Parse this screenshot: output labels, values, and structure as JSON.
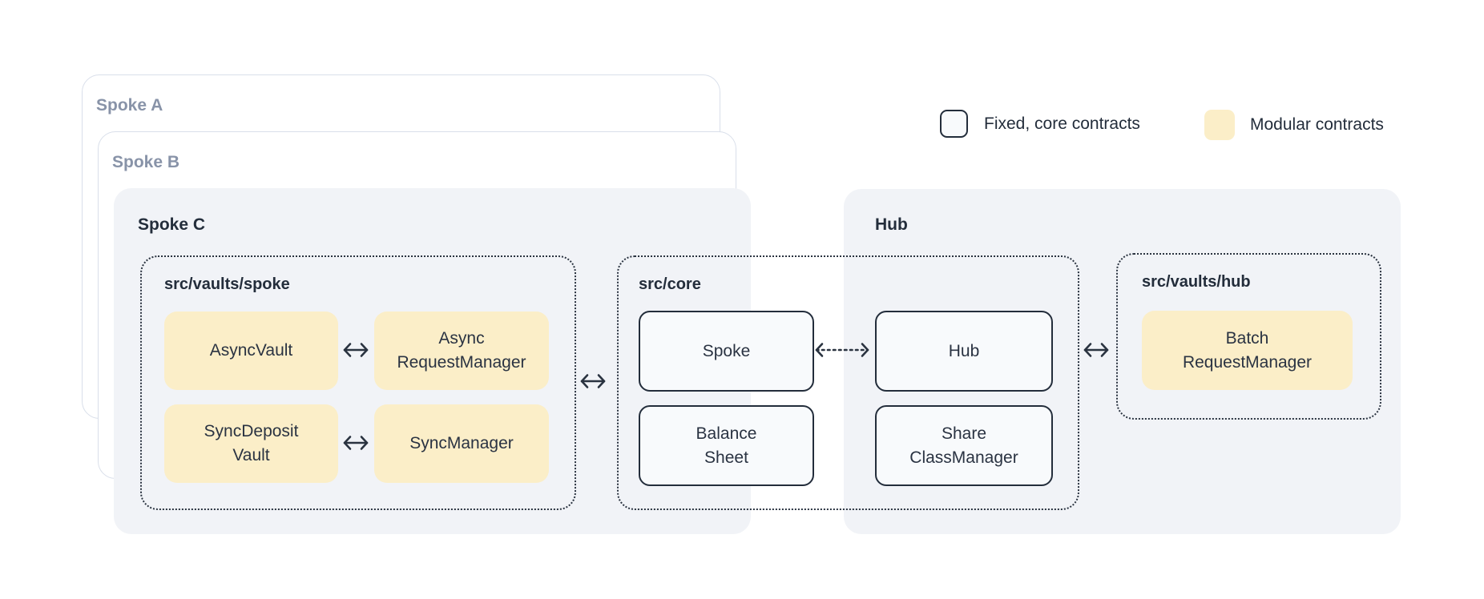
{
  "stacked_cards": [
    {
      "label": "Spoke A"
    },
    {
      "label": "Spoke B"
    },
    {
      "label": "Spoke C"
    }
  ],
  "hub_panel": {
    "label": "Hub"
  },
  "groups": {
    "vaults_spoke": {
      "label": "src/vaults/spoke"
    },
    "core": {
      "label": "src/core"
    },
    "vaults_hub": {
      "label": "src/vaults/hub"
    }
  },
  "boxes": {
    "async_vault": {
      "label": "AsyncVault",
      "type": "modular"
    },
    "async_request_manager": {
      "label": "Async\nRequestManager",
      "type": "modular"
    },
    "sync_deposit_vault": {
      "label": "SyncDeposit\nVault",
      "type": "modular"
    },
    "sync_manager": {
      "label": "SyncManager",
      "type": "modular"
    },
    "spoke": {
      "label": "Spoke",
      "type": "fixed"
    },
    "balance_sheet": {
      "label": "Balance\nSheet",
      "type": "fixed"
    },
    "hub": {
      "label": "Hub",
      "type": "fixed"
    },
    "share_class_manager": {
      "label": "Share\nClassManager",
      "type": "fixed"
    },
    "batch_request_manager": {
      "label": "Batch\nRequestManager",
      "type": "modular"
    }
  },
  "connections": [
    {
      "from": "AsyncVault",
      "to": "Async RequestManager",
      "style": "solid-double-arrow"
    },
    {
      "from": "SyncDeposit Vault",
      "to": "SyncManager",
      "style": "solid-double-arrow"
    },
    {
      "from": "src/vaults/spoke",
      "to": "src/core",
      "style": "solid-double-arrow"
    },
    {
      "from": "Spoke",
      "to": "Hub",
      "style": "dotted-double-arrow"
    },
    {
      "from": "src/core",
      "to": "src/vaults/hub",
      "style": "solid-double-arrow"
    }
  ],
  "legend": [
    {
      "label": "Fixed, core contracts",
      "swatch": "fixed",
      "color": "#F8FAFC"
    },
    {
      "label": "Modular contracts",
      "swatch": "modular",
      "color": "#FBEEC8"
    }
  ],
  "colors": {
    "stroke_dark": "#2A3340",
    "panel_bg": "#F1F3F7",
    "modular_fill": "#FBEEC8",
    "fixed_fill": "#F8FAFC",
    "muted_label": "#8893A8",
    "card_border": "#D9DFEA"
  }
}
